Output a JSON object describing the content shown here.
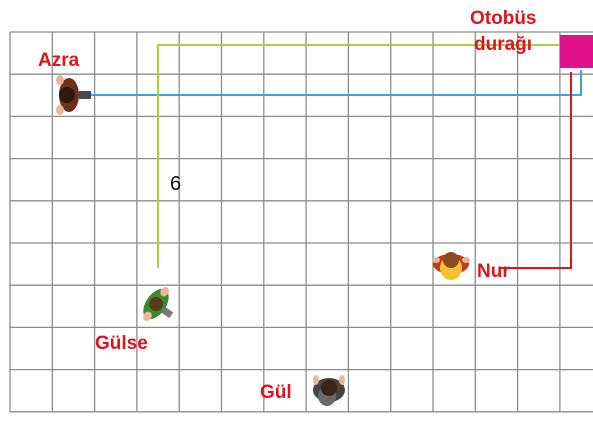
{
  "grid": {
    "columns": 14,
    "rows": 9,
    "line_color": "#8c8c8c"
  },
  "labels": {
    "bus_stop_line1": "Otobüs",
    "bus_stop_line2": "durağı",
    "azra": "Azra",
    "gulse": "Gülse",
    "nur": "Nur",
    "gul": "Gül",
    "distance": "6"
  },
  "colors": {
    "label_text": "#e0141b",
    "bus_stop": "#e0118a",
    "path_azra": "#3aa3e0",
    "path_gulse": "#a8d23a",
    "path_nur": "#e0141b"
  },
  "people": [
    {
      "name": "Azra",
      "icon": "person-topview-icon",
      "shirt_color": "#6b2f20"
    },
    {
      "name": "Gülse",
      "icon": "person-topview-icon",
      "shirt_color": "#3d8a2e"
    },
    {
      "name": "Nur",
      "icon": "person-topview-icon",
      "shirt_color": "#f2c230"
    },
    {
      "name": "Gül",
      "icon": "person-topview-icon",
      "shirt_color": "#444444"
    }
  ]
}
